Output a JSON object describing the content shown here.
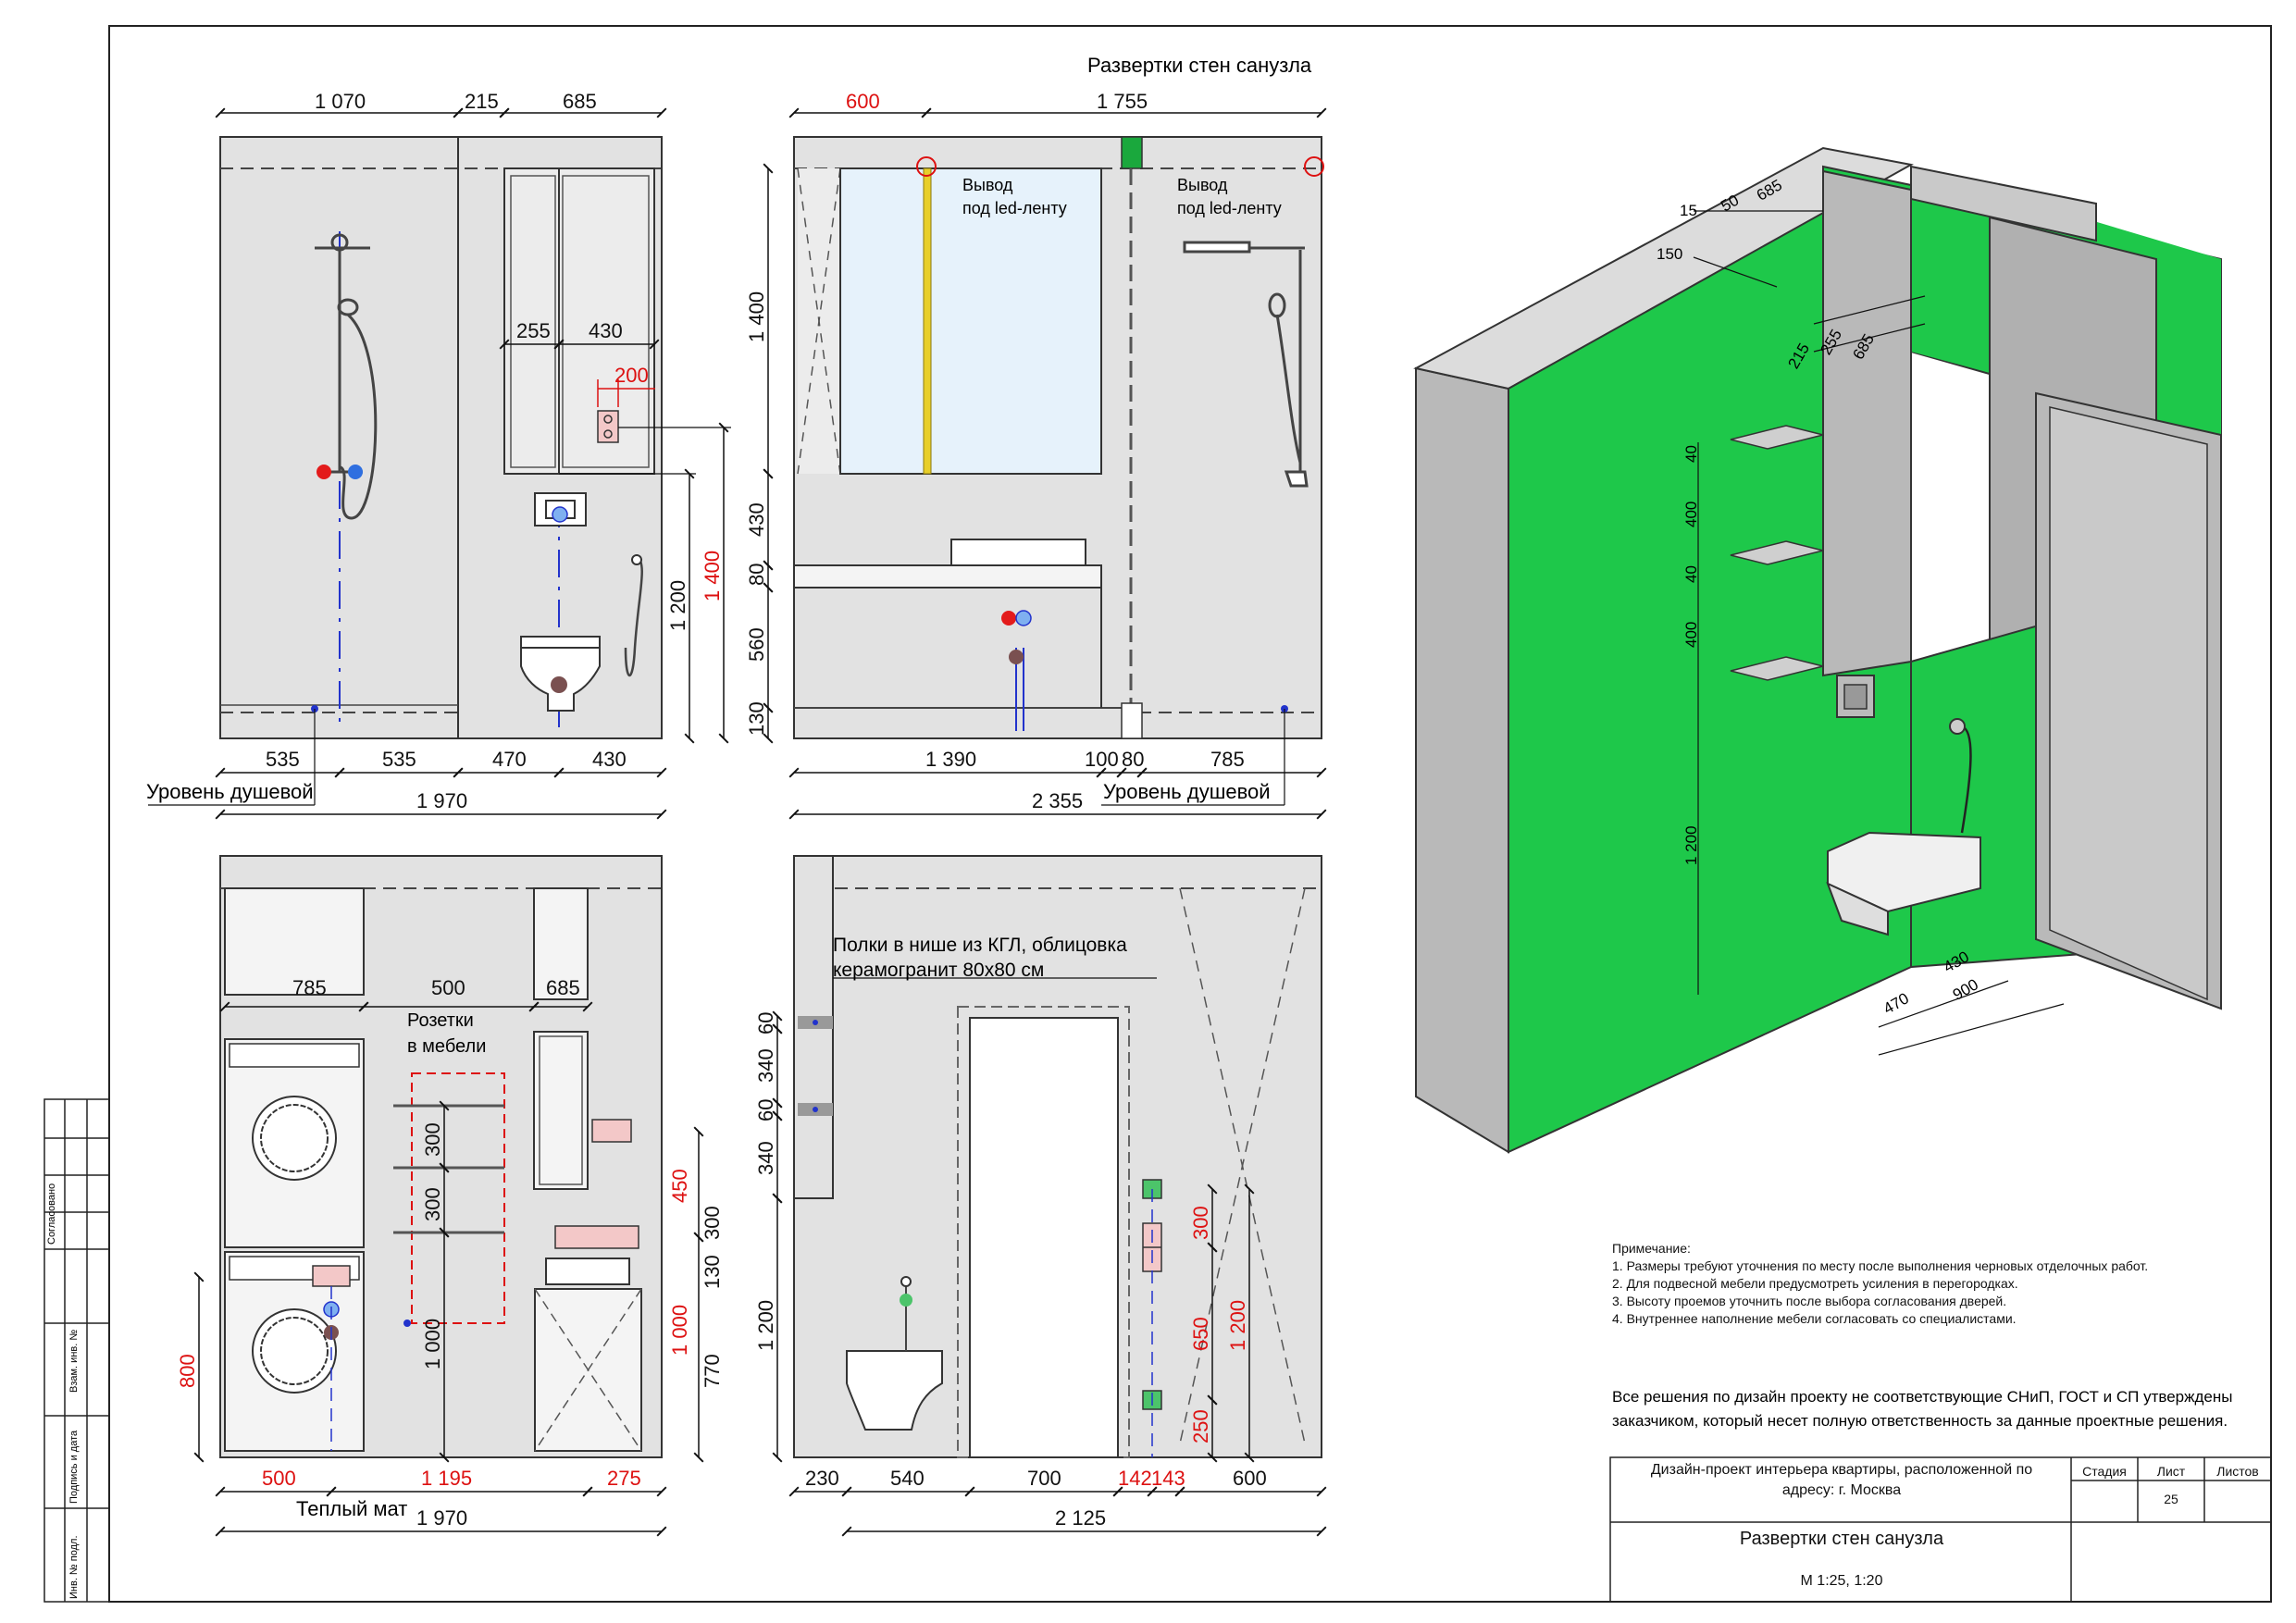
{
  "sheet": {
    "title": "Развертки стен санузла",
    "label_output": "Вывод",
    "label_led": "под led-ленту",
    "label_shower_level": "Уровень душевой",
    "label_sockets_1": "Розетки",
    "label_sockets_2": "в мебели",
    "label_warm_floor": "Теплый мат",
    "label_shelves_1": "Полки в нише из КГЛ, облицовка",
    "label_shelves_2": "керамогранит 80х80 см"
  },
  "side_stamp": [
    "Согласовано",
    "Взам. инв. №",
    "Подпись и дата",
    "Инв. № подл."
  ],
  "elevation_a": {
    "top_dims": [
      "1 070",
      "215",
      "685"
    ],
    "inner_dims": [
      "255",
      "430"
    ],
    "socket_dim": "200",
    "bottom_dims": [
      "535",
      "535",
      "470",
      "430"
    ],
    "total": "1 970",
    "right_dims": [
      "1 200",
      "1 400"
    ]
  },
  "elevation_b": {
    "top_dims": [
      "600",
      "1 755"
    ],
    "left_dims": [
      "1 400",
      "430",
      "80",
      "560",
      "130"
    ],
    "bottom_dims": [
      "1 390",
      "100",
      "80",
      "785"
    ],
    "total": "2 355"
  },
  "elevation_c": {
    "top_dims": [
      "785",
      "500",
      "685"
    ],
    "shelf_dims": [
      "300",
      "300",
      "1 000"
    ],
    "right_dims": [
      "450",
      "300",
      "130",
      "1 000",
      "770"
    ],
    "left_dim": "800",
    "bottom_dims": [
      "500",
      "1 195",
      "275"
    ],
    "total": "1 970"
  },
  "elevation_d": {
    "left_dims": [
      "60",
      "340",
      "60",
      "340",
      "1 200"
    ],
    "right_dims": [
      "300",
      "650",
      "1 200",
      "250"
    ],
    "bottom_dims": [
      "230",
      "540",
      "700",
      "142",
      "143",
      "600"
    ],
    "total": "2 125"
  },
  "iso": {
    "dims": [
      "15",
      "50",
      "685",
      "150",
      "215",
      "255",
      "685",
      "40",
      "400",
      "40",
      "400",
      "1 200",
      "470",
      "430",
      "900"
    ]
  },
  "notes": {
    "heading": "Примечание:",
    "items": [
      "1. Размеры требуют уточнения по месту после выполнения черновых отделочных работ.",
      "2. Для подвесной мебели предусмотреть усиления в перегородках.",
      "3. Высоту проемов уточнить после выбора согласования дверей.",
      "4. Внутреннее наполнение мебели согласовать со специалистами."
    ],
    "disclaimer_1": "Все решения по дизайн проекту не соответствующие СНиП, ГОСТ и СП утверждены",
    "disclaimer_2": "заказчиком, который несет полную ответственность за данные проектные решения."
  },
  "title_block": {
    "project_1": "Дизайн-проект интерьера квартиры, расположенной по",
    "project_2": "адресу: г. Москва",
    "col_stage": "Стадия",
    "col_sheet": "Лист",
    "col_sheets": "Листов",
    "sheet_no": "25",
    "drawing_title": "Развертки стен санузла",
    "scale": "М 1:25, 1:20"
  },
  "colors": {
    "wall": "#e2e2e2",
    "iso_green": "#1ec84a",
    "iso_gray": "#b9b9b9",
    "dim_red": "#d11111",
    "dim_black": "#111111",
    "water_hot": "#e31b1b",
    "water_cold": "#2f6fe0",
    "socket": "#f3c8c8",
    "switch_green": "#4cc46a",
    "led_yellow": "#e8cf2a",
    "mirror": "#e6f2fb"
  }
}
